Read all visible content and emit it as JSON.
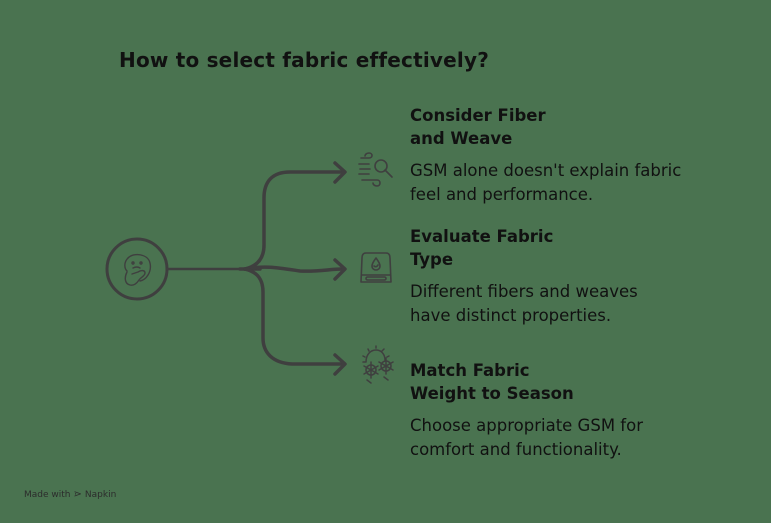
{
  "title": "How to select fabric effectively?",
  "center_node": {
    "icon": "thinking-face-icon"
  },
  "branches": [
    {
      "heading": "Consider Fiber and Weave",
      "heading_line1": "Consider Fiber",
      "heading_line2": "and Weave",
      "description": "GSM alone doesn't explain fabric feel and performance.",
      "desc_line1": "GSM alone doesn't explain fabric",
      "desc_line2": "feel and performance.",
      "icon": "wind-magnifier-icon"
    },
    {
      "heading": "Evaluate Fabric Type",
      "heading_line1": "Evaluate Fabric",
      "heading_line2": "Type",
      "description": "Different fibers and weaves have distinct properties.",
      "desc_line1": "Different fibers and weaves",
      "desc_line2": "have distinct properties.",
      "icon": "fabric-drop-machine-icon"
    },
    {
      "heading": "Match Fabric Weight to Season",
      "heading_line1": "Match Fabric",
      "heading_line2": "Weight to Season",
      "description": "Choose appropriate GSM for comfort and functionality.",
      "desc_line1": "Choose appropriate GSM for",
      "desc_line2": "comfort and functionality.",
      "icon": "sun-snowflake-icon"
    }
  ],
  "footer": {
    "made_with": "Made with",
    "brand": "Napkin",
    "logo_glyph": "⋗"
  },
  "colors": {
    "background": "#4a7350",
    "stroke": "#3f3f3f",
    "text": "#111111"
  }
}
